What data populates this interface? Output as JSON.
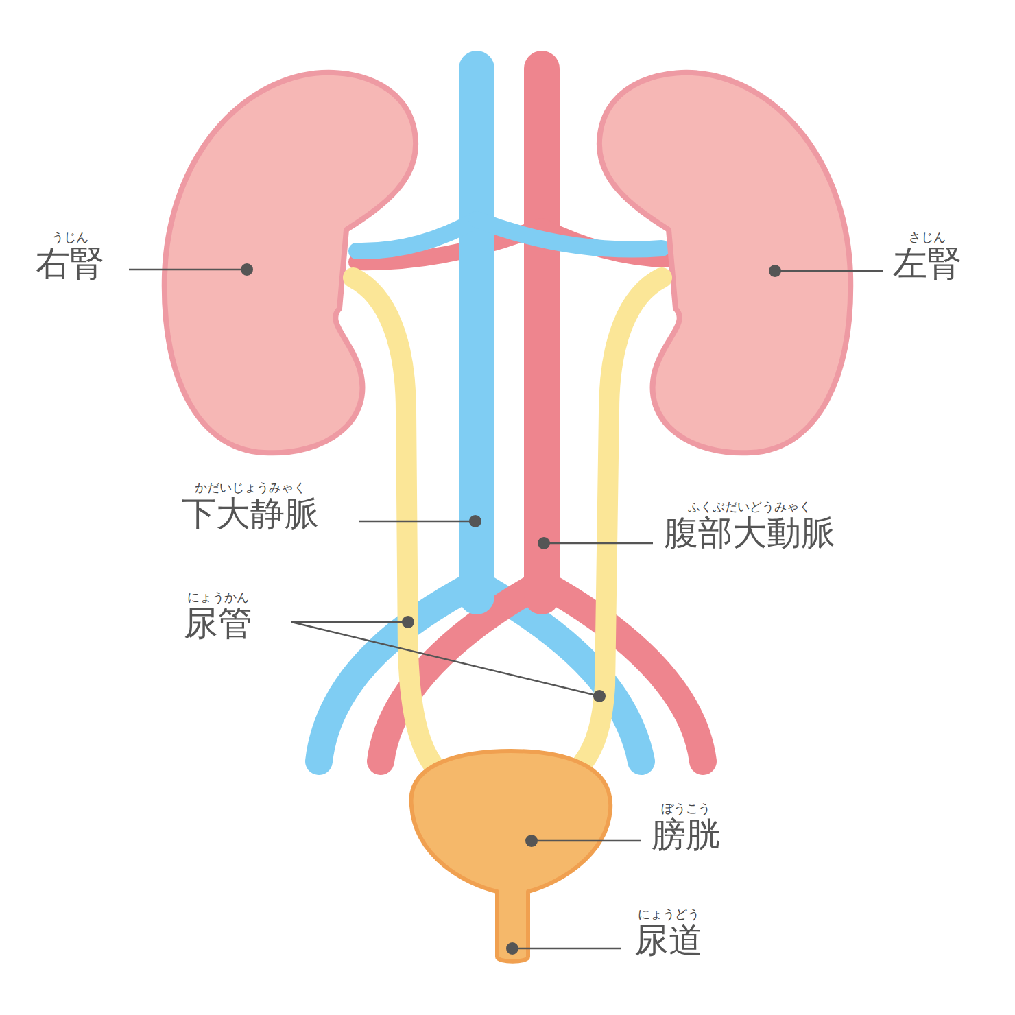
{
  "diagram": {
    "labels": [
      "うじん",
      "右腎",
      "さじん",
      "左腎",
      "かだいじょうみゃく",
      "下大静脈",
      "ふくぶだいどうみゃく",
      "腹部大動脈",
      "にょうかん",
      "尿管",
      "ぼうこう",
      "膀胱",
      "にょうどう",
      "尿道"
    ]
  }
}
